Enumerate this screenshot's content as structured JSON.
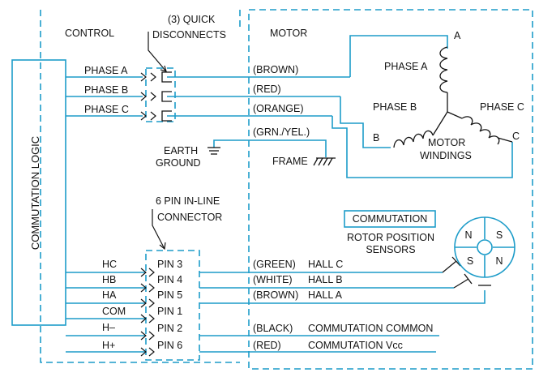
{
  "sections": {
    "control": "CONTROL",
    "motor": "MOTOR",
    "commutation_logic": "COMMUTATION LOGIC"
  },
  "quick_disconnects": {
    "line1": "(3) QUICK",
    "line2": "DISCONNECTS"
  },
  "phases": [
    {
      "label": "PHASE A",
      "wire": "(BROWN)"
    },
    {
      "label": "PHASE B",
      "wire": "(RED)"
    },
    {
      "label": "PHASE C",
      "wire": "(ORANGE)"
    }
  ],
  "ground": {
    "wire": "(GRN./YEL.)",
    "earth_line1": "EARTH",
    "earth_line2": "GROUND",
    "frame": "FRAME"
  },
  "motor_windings": {
    "terminal_a": "A",
    "terminal_b": "B",
    "terminal_c": "C",
    "phase_a": "PHASE A",
    "phase_b": "PHASE B",
    "phase_c": "PHASE C",
    "line1": "MOTOR",
    "line2": "WINDINGS"
  },
  "connector": {
    "line1": "6 PIN IN-LINE",
    "line2": "CONNECTOR"
  },
  "commutation": {
    "box_label": "COMMUTATION",
    "sensors_line1": "ROTOR POSITION",
    "sensors_line2": "SENSORS",
    "rotor_poles": [
      "N",
      "S",
      "S",
      "N"
    ]
  },
  "signals": [
    {
      "signal": "HC",
      "pin": "PIN 3",
      "wire": "(GREEN)",
      "function": "HALL C"
    },
    {
      "signal": "HB",
      "pin": "PIN 4",
      "wire": "(WHITE)",
      "function": "HALL B"
    },
    {
      "signal": "HA",
      "pin": "PIN 5",
      "wire": "(BROWN)",
      "function": "HALL A"
    },
    {
      "signal": "COM",
      "pin": "PIN 1",
      "wire": "",
      "function": ""
    },
    {
      "signal": "H–",
      "pin": "PIN 2",
      "wire": "(BLACK)",
      "function": "COMMUTATION COMMON"
    },
    {
      "signal": "H+",
      "pin": "PIN 6",
      "wire": "(RED)",
      "function": "COMMUTATION Vcc"
    }
  ]
}
